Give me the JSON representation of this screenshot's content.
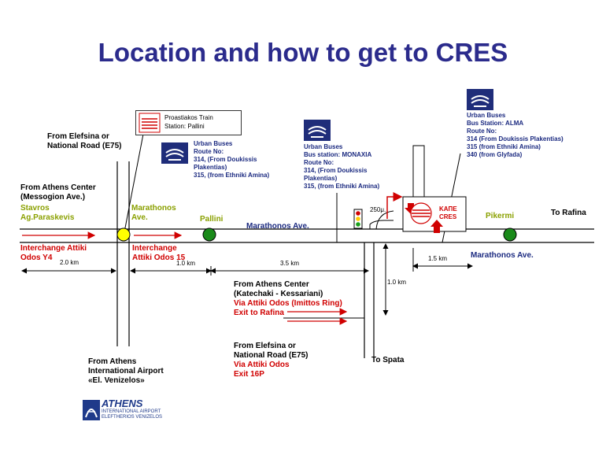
{
  "title": "Location and how to get to CRES",
  "places": {
    "from_elefsina_top": [
      "From Elefsina or",
      "National Road (E75)"
    ],
    "from_athens_center": [
      "From Athens Center",
      "(Messogion Ave.)"
    ],
    "stavros": [
      "Stavros",
      "Ag.Paraskevis"
    ],
    "marathonos_station": [
      "Marathonos",
      "Ave."
    ],
    "pallini": "Pallini",
    "marathonos_ave": "Marathonos Ave.",
    "marathonos_ave_right": "Marathonos Ave.",
    "pikermi": "Pikermi",
    "to_rafina": "To Rafina",
    "interchange_left": [
      "Interchange Attiki",
      "Odos Y4"
    ],
    "interchange_15": [
      "Interchange",
      "Attiki Odos 15"
    ],
    "to_spata": "To Spata",
    "from_airport": [
      "From Athens",
      "International Airport",
      "«El. Venizelos»"
    ],
    "from_katechaki": [
      "From Athens Center",
      "(Katechaki - Kessariani)"
    ],
    "via_imittos": [
      "Via Attiki Odos (Imittos Ring)",
      "Exit to Rafina"
    ],
    "from_elefsina_bottom": [
      "From Elefsina or",
      "National Road (E75)"
    ],
    "via_attiki_16p": [
      "Via Attiki Odos",
      "Exit 16P"
    ]
  },
  "distances": {
    "d1": "2.0 km",
    "d2": "1.0 km",
    "d3": "3.5 km",
    "d4": "1.5 km",
    "d5": "1.0 km",
    "d6": "250μ."
  },
  "train": {
    "line1": "Proastiakos Train",
    "line2": "Station: Pallini"
  },
  "bus_pallini": [
    "Urban Buses",
    "Route No:",
    "314, (From Doukissis",
    "Plakentias)",
    "315, (from Ethniki Amina)"
  ],
  "bus_monaxia": [
    "Urban Buses",
    "Bus station: MONAXIA",
    "Route No:",
    "314, (From Doukissis",
    "Plakentias)",
    "315, (from Ethniki Amina)"
  ],
  "bus_alma": [
    "Urban Buses",
    "Bus Station: ALMA",
    "Route No:",
    "314 (From Doukissis Plakentias)",
    "315 (from Ethniki Amina)",
    "340 (from Glyfada)"
  ],
  "cres_building": [
    "ΚΑΠΕ",
    "CRES"
  ],
  "logo": {
    "name": "ATHENS",
    "sub1": "INTERNATIONAL AIRPORT",
    "sub2": "ELEFTHERIOS VENIZELOS"
  },
  "colors": {
    "title": "#2b2b8c",
    "road": "#000000",
    "arrow": "#d00000",
    "station_green": "#1a8a1a",
    "station_yellow": "#ffff00",
    "bus_icon": "#1f2d7a"
  }
}
